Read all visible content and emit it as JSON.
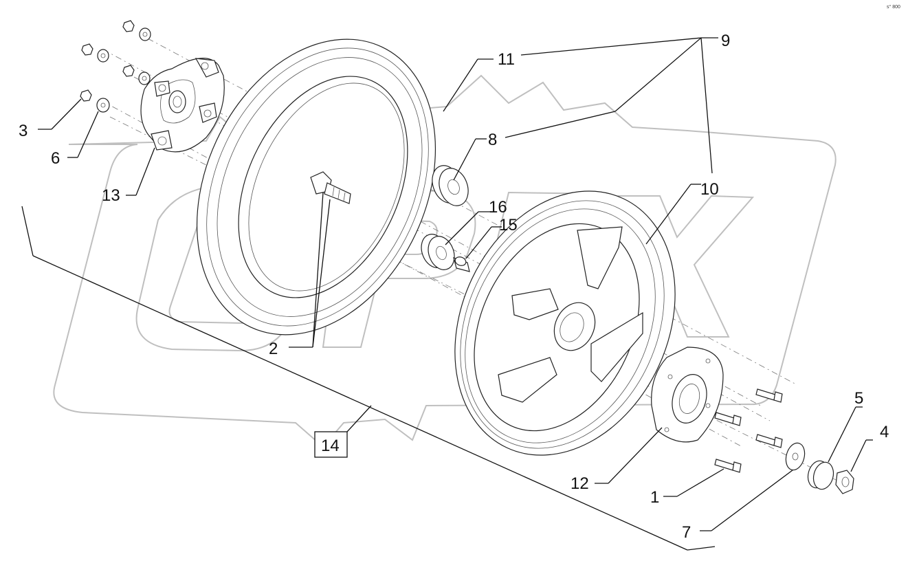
{
  "diagram": {
    "corner_mark": "s° 800",
    "callouts": [
      {
        "id": "c1",
        "text": "1"
      },
      {
        "id": "c2",
        "text": "2"
      },
      {
        "id": "c3",
        "text": "3"
      },
      {
        "id": "c4",
        "text": "4"
      },
      {
        "id": "c5",
        "text": "5"
      },
      {
        "id": "c6",
        "text": "6"
      },
      {
        "id": "c7",
        "text": "7"
      },
      {
        "id": "c8",
        "text": "8"
      },
      {
        "id": "c9",
        "text": "9"
      },
      {
        "id": "c10",
        "text": "10"
      },
      {
        "id": "c11",
        "text": "11"
      },
      {
        "id": "c12",
        "text": "12"
      },
      {
        "id": "c13",
        "text": "13"
      },
      {
        "id": "c14",
        "text": "14"
      },
      {
        "id": "c15",
        "text": "15"
      },
      {
        "id": "c16",
        "text": "16"
      }
    ],
    "watermark_logo": "OPEX"
  }
}
